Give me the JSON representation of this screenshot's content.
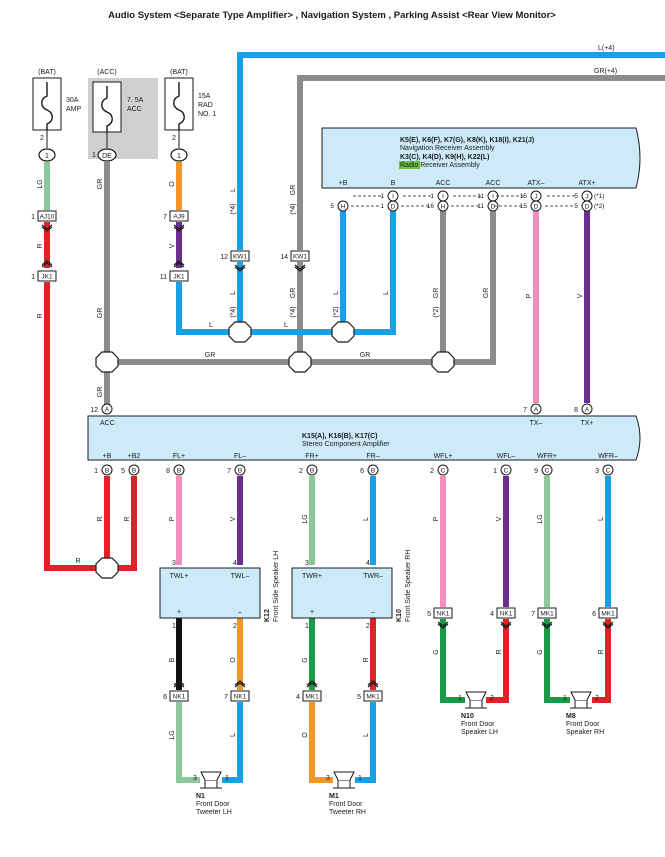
{
  "title": "Audio System <Separate Type Amplifier> , Navigation System , Parking Assist <Rear View Monitor>",
  "colors": {
    "blue": "#1aa0e6",
    "gray": "#8c8c8c",
    "red": "#e02228",
    "green_light": "#8cc89b",
    "orange": "#f2962a",
    "violet": "#6a2e8e",
    "pink": "#ee8fbf",
    "black": "#111111",
    "green": "#1a9a46",
    "box_fill": "#cdeaf9",
    "fuse_fill": "#d0d0d0",
    "highlight": "#6fc03a"
  },
  "fuses": {
    "bat1": {
      "header": "(BAT)",
      "label": "30A\nAMP",
      "pin": "2",
      "conn": "1"
    },
    "acc": {
      "header": "(ACC)",
      "label": "7. 5A\nACC",
      "pin": "1",
      "conn": "DE"
    },
    "bat2": {
      "header": "(BAT)",
      "label": "15A\nRAD\nNO. 1",
      "pin": "2",
      "conn": "1"
    }
  },
  "right_wires": {
    "l": "L(+4)",
    "gr": "GR(+4)"
  },
  "nav": {
    "codes1": "K5(E), K6(F), K7(G), K8(K), K18(I), K21(J)",
    "name1": "Navigation Receiver Assembly",
    "codes2": "K3(C), K4(D), K9(H), K22(L)",
    "name2_hl": "Radio",
    "name2_rest": " Receiver Assembly",
    "terms": [
      "+B",
      "B",
      "ACC",
      "ACC",
      "ATX–",
      "ATX+"
    ],
    "upper_pins": [
      "1",
      "1",
      "11",
      "15",
      "5"
    ],
    "upper_conns": [
      "I",
      "I",
      "I",
      "J",
      "J"
    ],
    "upper_sfx": [
      "(*1)"
    ],
    "lower_pins": [
      "5",
      "1",
      "16",
      "11",
      "15",
      "5"
    ],
    "lower_conns": [
      "H",
      "D",
      "H",
      "D",
      "D",
      "D"
    ],
    "lower_sfx": [
      "(*2)"
    ]
  },
  "amp": {
    "codes": "K15(A), K16(B), K17(C)",
    "name": "Stereo Component Amplifier",
    "acc_label": "ACC",
    "acc_pin": "12",
    "acc_conn": "A",
    "txm_label": "TX–",
    "txm_pin": "7",
    "txm_conn": "A",
    "txp_label": "TX+",
    "txp_pin": "8",
    "txp_conn": "A",
    "terms": [
      "+B",
      "+B2",
      "FL+",
      "FL–",
      "FR+",
      "FR–",
      "WFL+",
      "WFL–",
      "WFR+",
      "WFR–"
    ],
    "pins": [
      "1",
      "5",
      "8",
      "7",
      "2",
      "6",
      "2",
      "1",
      "9",
      "3"
    ],
    "conns": [
      "B",
      "B",
      "B",
      "B",
      "B",
      "B",
      "C",
      "C",
      "C",
      "C"
    ]
  },
  "tweeter_boxes": {
    "k12": {
      "code": "K12",
      "name": "Front Side Speaker LH",
      "in_pins": [
        "3",
        "4"
      ],
      "in_terms": [
        "TWL+",
        "TWL–"
      ],
      "out_pins": [
        "1",
        "2"
      ],
      "signs": [
        "+",
        "–"
      ]
    },
    "k10": {
      "code": "K10",
      "name": "Front Side Speaker RH",
      "in_pins": [
        "3",
        "4"
      ],
      "in_terms": [
        "TWR+",
        "TWR–"
      ],
      "out_pins": [
        "1",
        "2"
      ],
      "signs": [
        "+",
        "–"
      ]
    }
  },
  "connectors": {
    "aj10": {
      "label": "AJ10",
      "pin": "1"
    },
    "jk1a": {
      "label": "JK1",
      "pin": "1"
    },
    "aj9": {
      "label": "AJ9",
      "pin": "7"
    },
    "jk1b": {
      "label": "JK1",
      "pin": "11"
    },
    "kw1a": {
      "label": "KW1",
      "pin": "12"
    },
    "kw1b": {
      "label": "KW1",
      "pin": "14"
    },
    "nk1_t1": {
      "label": "NK1",
      "pin": "6"
    },
    "nk1_t2": {
      "label": "NK1",
      "pin": "7"
    },
    "mk1_t1": {
      "label": "MK1",
      "pin": "4"
    },
    "mk1_t2": {
      "label": "MK1",
      "pin": "5"
    },
    "nk1_w1": {
      "label": "NK1",
      "pin": "5"
    },
    "nk1_w2": {
      "label": "NK1",
      "pin": "4"
    },
    "mk1_w1": {
      "label": "MK1",
      "pin": "7"
    },
    "mk1_w2": {
      "label": "MK1",
      "pin": "6"
    }
  },
  "wire_labels": {
    "lg": "LG",
    "gr": "GR",
    "o": "O",
    "r": "R",
    "v": "V",
    "l": "L",
    "p": "P",
    "b": "B",
    "g": "G",
    "s4": "(*4)",
    "s2": "(*2)"
  },
  "speakers": {
    "n1": {
      "code": "N1",
      "line1": "Front Door",
      "line2": "Tweeter LH",
      "pins": [
        "3",
        "1"
      ]
    },
    "m1": {
      "code": "M1",
      "line1": "Front Door",
      "line2": "Tweeter RH",
      "pins": [
        "3",
        "1"
      ]
    },
    "n10": {
      "code": "N10",
      "line1": "Front Door",
      "line2": "Speaker LH",
      "pins": [
        "1",
        "2"
      ]
    },
    "m8": {
      "code": "M8",
      "line1": "Front Door",
      "line2": "Speaker RH",
      "pins": [
        "1",
        "2"
      ]
    }
  }
}
